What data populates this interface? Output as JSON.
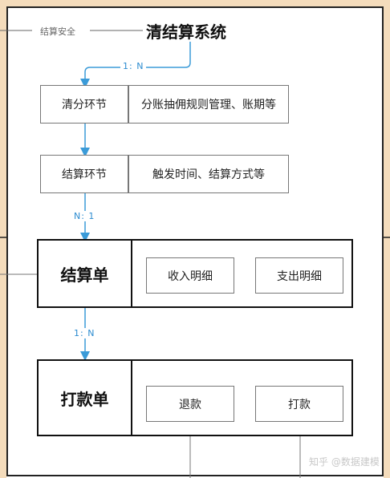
{
  "top_label": "结算安全",
  "title": "清结算系统",
  "relations": [
    "1: N",
    "N: 1",
    "1: N"
  ],
  "clearing": {
    "step": "清分环节",
    "desc": "分账抽佣规则管理、账期等"
  },
  "settlement": {
    "step": "结算环节",
    "desc": "触发时间、结算方式等"
  },
  "settlement_bill": {
    "name": "结算单",
    "items": [
      "收入明细",
      "支出明细"
    ]
  },
  "payment_bill": {
    "name": "打款单",
    "items": [
      "退款",
      "打款"
    ]
  },
  "watermark": "知乎 @数据建模",
  "colors": {
    "arrow": "#3b9bd8",
    "background": "#f4dcbc",
    "frame": "#222222"
  }
}
